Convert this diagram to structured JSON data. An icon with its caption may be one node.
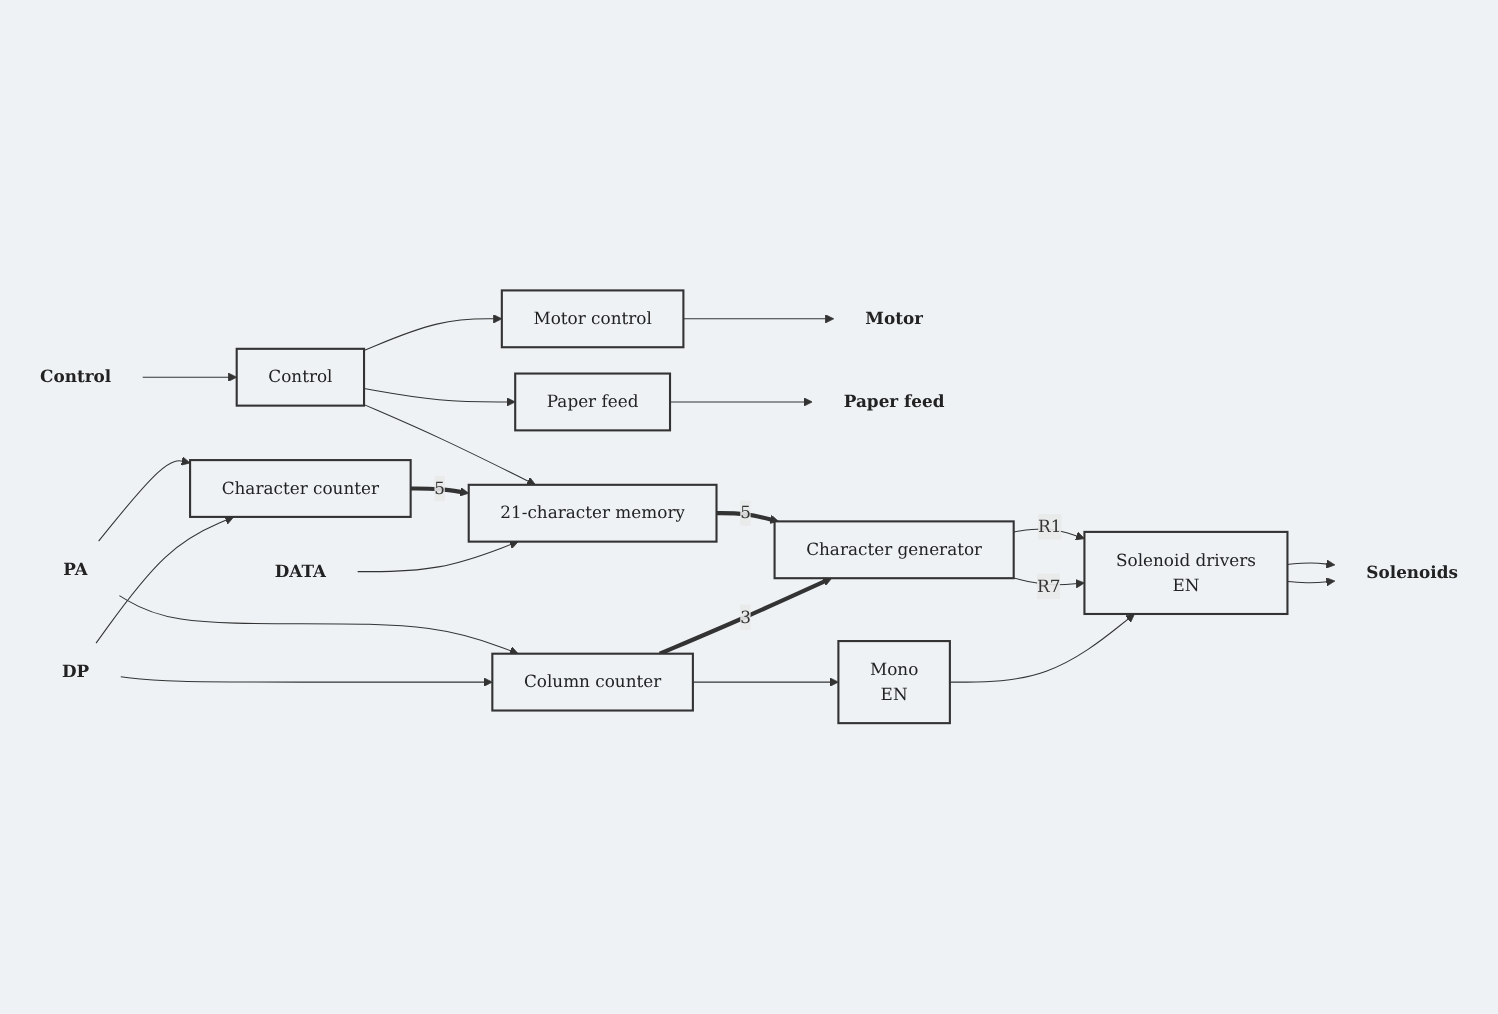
{
  "diagram": {
    "nodes": [
      {
        "text": [
          "Control"
        ]
      },
      {
        "text": [
          "Control"
        ]
      },
      {
        "text": [
          "Motor control"
        ]
      },
      {
        "text": [
          "Motor"
        ]
      },
      {
        "text": [
          "Paper feed"
        ]
      },
      {
        "text": [
          "Paper feed"
        ]
      },
      {
        "text": [
          "PA"
        ]
      },
      {
        "text": [
          "DP"
        ]
      },
      {
        "text": [
          "Character counter"
        ]
      },
      {
        "text": [
          "DATA"
        ]
      },
      {
        "text": [
          "21-character memory"
        ]
      },
      {
        "text": [
          "Character generator"
        ]
      },
      {
        "text": [
          "Solenoid drivers",
          "EN"
        ]
      },
      {
        "text": [
          "Solenoids"
        ]
      },
      {
        "text": [
          "Column counter"
        ]
      },
      {
        "text": [
          "Mono",
          "EN"
        ]
      }
    ],
    "edges": [
      {
        "from": 0,
        "to": 1,
        "arrow": "to"
      },
      {
        "from": 1,
        "to": 2,
        "arrow": "to"
      },
      {
        "from": 2,
        "to": 3,
        "arrow": "to"
      },
      {
        "from": 1,
        "to": 4,
        "arrow": "to"
      },
      {
        "from": 4,
        "to": 5,
        "arrow": "to"
      },
      {
        "from": 1,
        "to": 10,
        "arrow": "to"
      },
      {
        "from": 6,
        "to": 8,
        "arrow": "to"
      },
      {
        "from": 7,
        "to": 8,
        "arrow": "to"
      },
      {
        "from": 6,
        "to": 14,
        "arrow": "to"
      },
      {
        "from": 7,
        "to": 14,
        "arrow": "to"
      },
      {
        "from": 8,
        "to": 10,
        "arrow": "to",
        "label": "5",
        "style": "thick"
      },
      {
        "from": 9,
        "to": 10,
        "arrow": "to"
      },
      {
        "from": 10,
        "to": 11,
        "arrow": "to",
        "label": "5",
        "style": "thick"
      },
      {
        "from": 14,
        "to": 11,
        "arrow": "to",
        "label": "3",
        "style": "thick"
      },
      {
        "from": 11,
        "to": 12,
        "arrow": "to",
        "label": "R1"
      },
      {
        "from": 11,
        "to": 12,
        "arrow": "to",
        "label": "R7"
      },
      {
        "from": 12,
        "to": 13,
        "arrow": "to"
      },
      {
        "from": 12,
        "to": 13,
        "arrow": "to"
      },
      {
        "from": 14,
        "to": 15,
        "arrow": "to"
      },
      {
        "from": 15,
        "to": 12,
        "arrow": "to"
      }
    ]
  }
}
